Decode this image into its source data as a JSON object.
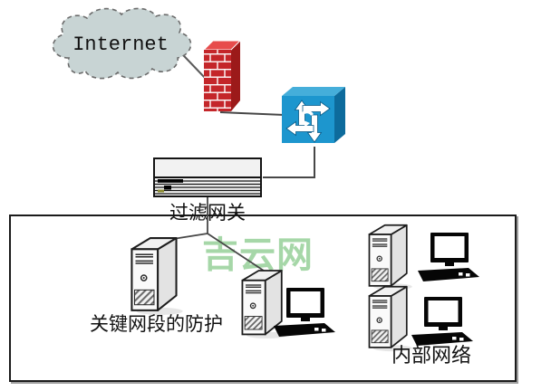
{
  "diagram": {
    "watermark": "吉云网",
    "labels": {
      "internet": "Internet",
      "gateway": "过滤网关",
      "critical_segment": "关键网段的防护",
      "internal_network": "内部网络"
    },
    "colors": {
      "cloud_fill": "#c8d4d4",
      "cloud_border": "#6b6b6b",
      "firewall_brick": "#c4262a",
      "firewall_top": "#e74c4c",
      "firewall_side": "#9c1a1a",
      "router_front": "#1d96ce",
      "router_side": "#0d6b9c",
      "router_top": "#45aeda",
      "connector_line": "#474747",
      "boundary_border": "#1b1b1b",
      "watermark_green": "#a6d7a8",
      "label_text": "#111111"
    },
    "icons": [
      "internet-cloud-icon",
      "firewall-icon",
      "router-icon",
      "rack-server-icon",
      "tower-server-icon",
      "desktop-pc-icon"
    ],
    "nodes": [
      {
        "id": "internet-cloud",
        "type": "cloud",
        "label": "Internet"
      },
      {
        "id": "firewall",
        "type": "brick-firewall"
      },
      {
        "id": "router",
        "type": "router-switch"
      },
      {
        "id": "filter-gateway",
        "type": "rack-server",
        "label": "过滤网关"
      },
      {
        "id": "critical-segment-server",
        "type": "tower-server",
        "label": "关键网段的防护"
      },
      {
        "id": "critical-segment-workstation",
        "type": "tower-server-with-desktop"
      },
      {
        "id": "internal-server-1",
        "type": "tower-server"
      },
      {
        "id": "internal-server-2",
        "type": "tower-server"
      },
      {
        "id": "internal-desktop-1",
        "type": "desktop-pc"
      },
      {
        "id": "internal-desktop-2",
        "type": "desktop-pc",
        "group_label": "内部网络"
      }
    ],
    "edges": [
      {
        "from": "internet-cloud",
        "to": "firewall"
      },
      {
        "from": "firewall",
        "to": "router"
      },
      {
        "from": "router",
        "to": "filter-gateway"
      },
      {
        "from": "filter-gateway",
        "to": "critical-segment-server"
      },
      {
        "from": "filter-gateway",
        "to": "critical-segment-workstation"
      }
    ]
  }
}
